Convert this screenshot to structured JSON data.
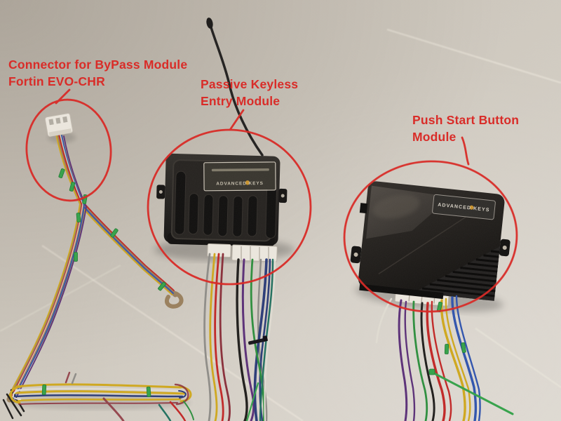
{
  "annotations": {
    "bypass_connector": {
      "line1": "Connector for ByPass Module",
      "line2": "Fortin EVO-CHR"
    },
    "keyless_entry": {
      "line1": "Passive Keyless",
      "line2": "Entry Module"
    },
    "push_start": {
      "line1": "Push Start Button",
      "line2": "Module"
    }
  },
  "module_labels": {
    "keyless_entry_brand": "ADVANCED KEYS",
    "push_start_brand": "ADVANCED KEYS"
  },
  "colors": {
    "annotation_red": "#d92c28",
    "tile_light": "#ddd8d0",
    "tile_dark": "#c6bfb4",
    "module_black": "#1b1917",
    "label_gold": "#c8932e",
    "connector_white": "#ece7de",
    "ziptie_green": "#35a24a",
    "ziptie_dark": "#1f7a33",
    "wire_yellow": "#cfa81e",
    "wire_red": "#c22726",
    "wire_maroon": "#8a2f3a",
    "wire_blue": "#3054ae",
    "wire_navy": "#2b3c78",
    "wire_green": "#2e8f3e",
    "wire_teal": "#20705f",
    "wire_purple": "#5b3078",
    "wire_black": "#201e1c",
    "wire_white": "#e0dcd2",
    "wire_gray": "#8f8d88",
    "wire_brown": "#7c5c42",
    "harness_tan": "#9a805e"
  }
}
